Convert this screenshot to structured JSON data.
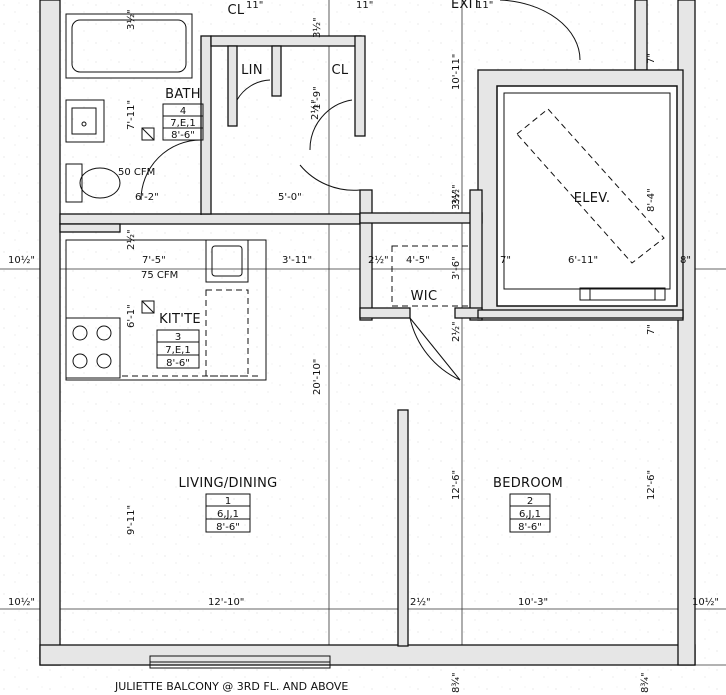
{
  "rooms": {
    "bath": {
      "name": "BATH",
      "num": "4",
      "code": "7,E,1",
      "ht": "8'-6\""
    },
    "kitchenette": {
      "name": "KIT'TE",
      "num": "3",
      "code": "7,E,1",
      "ht": "8'-6\""
    },
    "living": {
      "name": "LIVING/DINING",
      "num": "1",
      "code": "6,J,1",
      "ht": "8'-6\""
    },
    "bedroom": {
      "name": "BEDROOM",
      "num": "2",
      "code": "6,J,1",
      "ht": "8'-6\""
    },
    "lin": "LIN",
    "cl_hall": "CL",
    "cl_top": "CL",
    "wic": "WIC",
    "elev": "ELEV.",
    "exit": "EXIT"
  },
  "fans": {
    "bath": "50 CFM",
    "kitchen": "75 CFM"
  },
  "dimensions": {
    "d1": "3½\"",
    "d2": "7'-11\"",
    "d3": "6'-2\"",
    "d4": "5'-0\"",
    "d5": "3½\"",
    "d6": "10'-11\"",
    "d7": "1'-9\"",
    "d8": "2½\"",
    "d9": "3½\"",
    "d10": "2½\"",
    "d11": "7'-5\"",
    "d12": "3'-11\"",
    "d13": "2½\"",
    "d14": "4'-5\"",
    "d15": "3'-6\"",
    "d16": "6'-11\"",
    "d17": "8'-4\"",
    "d18": "7\"",
    "d19": "7\"",
    "d20": "8\"",
    "d21": "10½\"",
    "d22": "6'-1\"",
    "d23": "2½\"",
    "d24": "20'-10\"",
    "d25": "9'-11\"",
    "d26": "12'-6\"",
    "d27": "12'-6\"",
    "d28": "10½\"",
    "d29": "12'-10\"",
    "d30": "2½\"",
    "d31": "10'-3\"",
    "d32": "10½\"",
    "d33": "8¾\"",
    "d34": "8¾\"",
    "d35": "3½\"",
    "d36": "7\"",
    "d37": "11\"",
    "d38": "11\"",
    "d39": "11\""
  },
  "caption": "JULIETTE BALCONY @ 3RD FL. AND ABOVE"
}
